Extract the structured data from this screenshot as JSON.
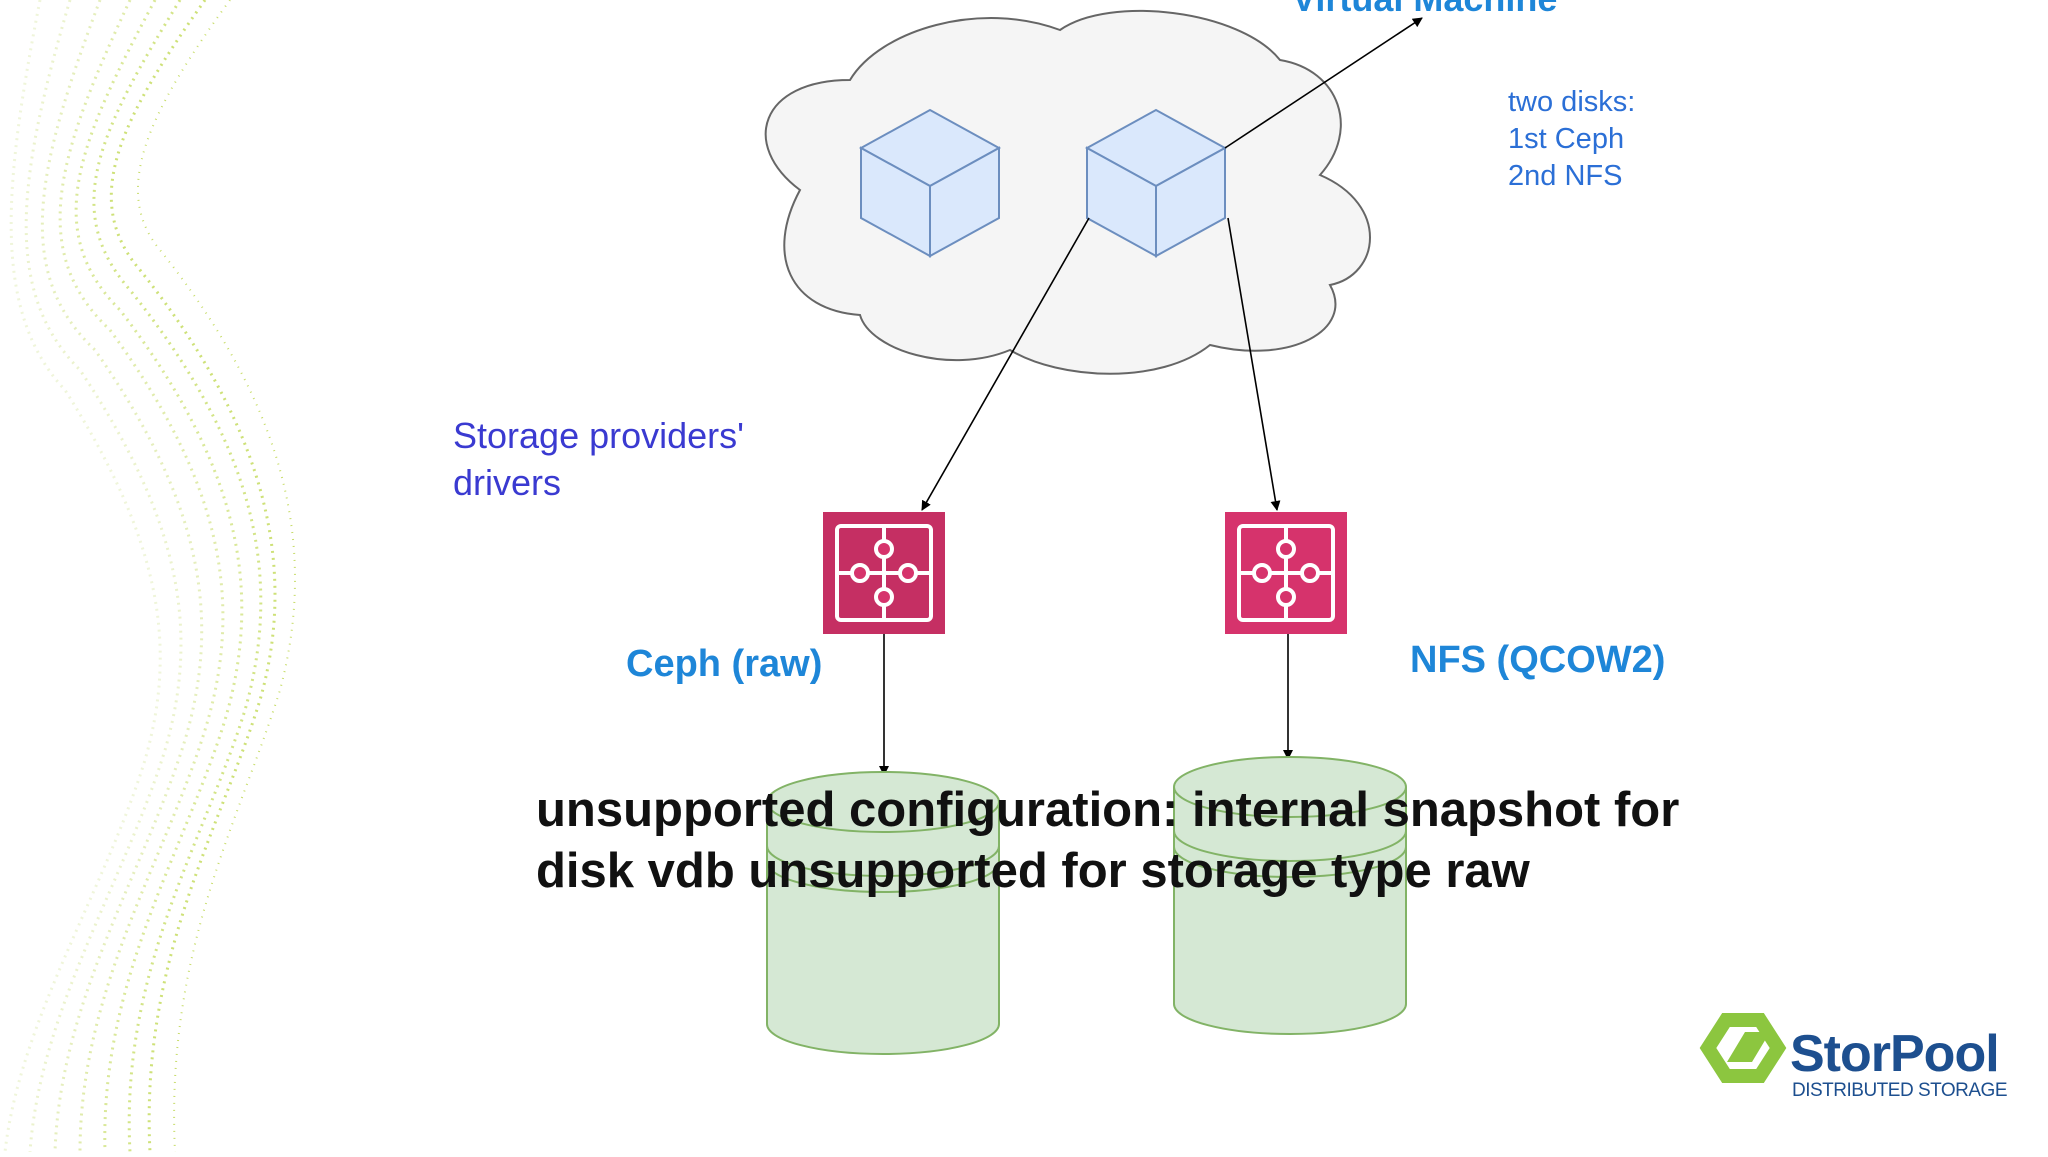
{
  "diagram": {
    "vm_label": "Virtual Machine",
    "disks_note": [
      "two disks:",
      "1st Ceph",
      "2nd NFS"
    ],
    "drivers_label": [
      "Storage providers'",
      "drivers"
    ],
    "ceph_label": "Ceph (raw)",
    "nfs_label": "NFS (QCOW2)",
    "error_message": [
      "unsupported configuration: internal snapshot for",
      "disk vdb unsupported for storage type raw"
    ]
  },
  "brand": {
    "name": "StorPool",
    "tagline": "DISTRIBUTED STORAGE"
  },
  "colors": {
    "label_blue": "#1e86d8",
    "note_blue": "#2b6fd6",
    "driver_text": "#3a3ad1",
    "driver_icon": "#d6336c",
    "cube_fill": "#dae8fc",
    "cube_stroke": "#6c8ebf",
    "cylinder_fill": "#d5e8d4",
    "cylinder_stroke": "#82b366",
    "cloud_fill": "#f5f5f5",
    "brand_green": "#8cc63f",
    "brand_blue": "#1d4f8f"
  },
  "icons": [
    "cloud-icon",
    "vm-cube-icon",
    "puzzle-plugin-icon",
    "storage-cylinder-icon",
    "storpool-logo-icon"
  ]
}
